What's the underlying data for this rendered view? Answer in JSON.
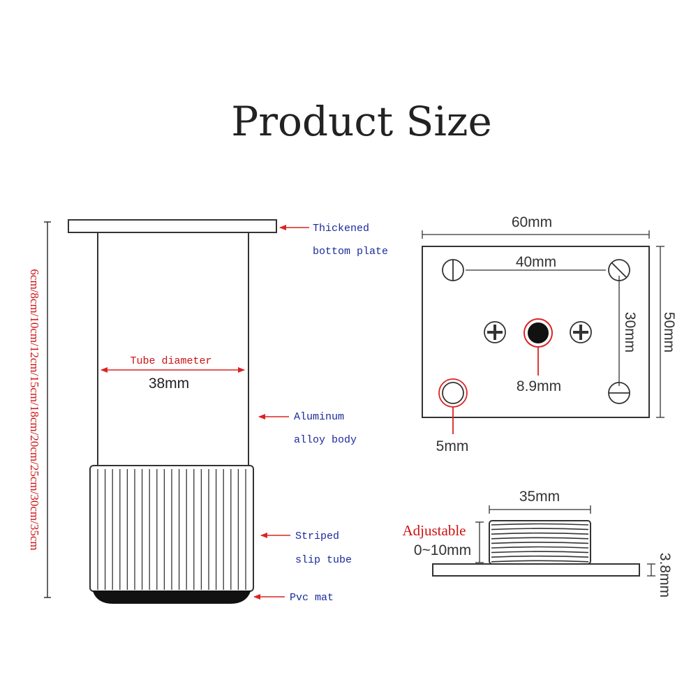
{
  "title": "Product Size",
  "colors": {
    "outline": "#333333",
    "label_blue": "#1a2a9a",
    "label_red": "#cc1111",
    "leader_red": "#dd2222",
    "dim_dark": "#333333"
  },
  "leg": {
    "height_options": "6cm/8cm/10cm/12cm/15cm/18cm/20cm/25cm/30cm/35cm",
    "tube_diameter_label": "Tube diameter",
    "tube_diameter_value": "38mm",
    "callouts": {
      "plate_line1": "Thickened",
      "plate_line2": "bottom plate",
      "body_line1": "Aluminum",
      "body_line2": "alloy body",
      "tube_line1": "Striped",
      "tube_line2": "slip tube",
      "mat": "Pvc mat"
    }
  },
  "plate": {
    "width": "60mm",
    "height": "50mm",
    "hole_spacing_h": "40mm",
    "hole_spacing_v": "30mm",
    "center_hole": "8.9mm",
    "corner_hole": "5mm"
  },
  "adjuster": {
    "thread_width": "35mm",
    "adjust_line1": "Adjustable",
    "adjust_line2": "0~10mm",
    "plate_thickness": "3.8mm"
  }
}
